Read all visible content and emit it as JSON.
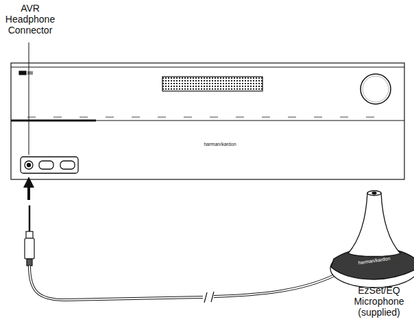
{
  "diagram": {
    "labels": [
      "AVR Headphone Connector",
      "harman/kardon",
      "harman/kardon",
      "EzSet/EQ Microphone (supplied)"
    ]
  }
}
